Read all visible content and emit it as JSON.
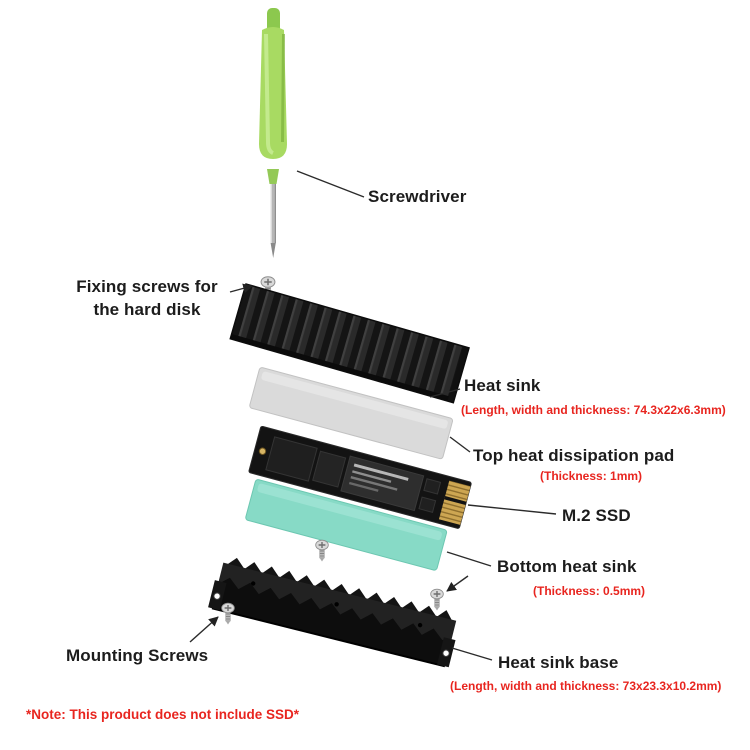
{
  "annotations": {
    "screwdriver": {
      "label": "Screwdriver"
    },
    "fixing_screws": {
      "label": "Fixing screws for\nthe hard disk"
    },
    "heat_sink": {
      "label": "Heat sink",
      "dims": "(Length, width and thickness: 74.3x22x6.3mm)"
    },
    "top_pad": {
      "label": "Top heat dissipation pad",
      "dims": "(Thickness: 1mm)"
    },
    "m2_ssd": {
      "label": "M.2 SSD"
    },
    "bottom_heat_sink": {
      "label": "Bottom heat sink",
      "dims": "(Thickness: 0.5mm)"
    },
    "heat_sink_base": {
      "label": "Heat sink base",
      "dims": "(Length, width and thickness: 73x23.3x10.2mm)"
    },
    "mounting_screws": {
      "label": "Mounting Screws"
    }
  },
  "note": "*Note: This product does not include SSD*",
  "colors": {
    "background": "#ffffff",
    "label_text": "#1c1c1c",
    "accent_red": "#e8251f",
    "screwdriver_green": "#a8da62",
    "heatsink_dark": "#1e1e1e",
    "pad_gray": "#dadada",
    "pad_teal": "#87dac6",
    "pcb_black": "#131313",
    "connector_gold": "#cda652",
    "base_black": "#0d0d0d"
  }
}
